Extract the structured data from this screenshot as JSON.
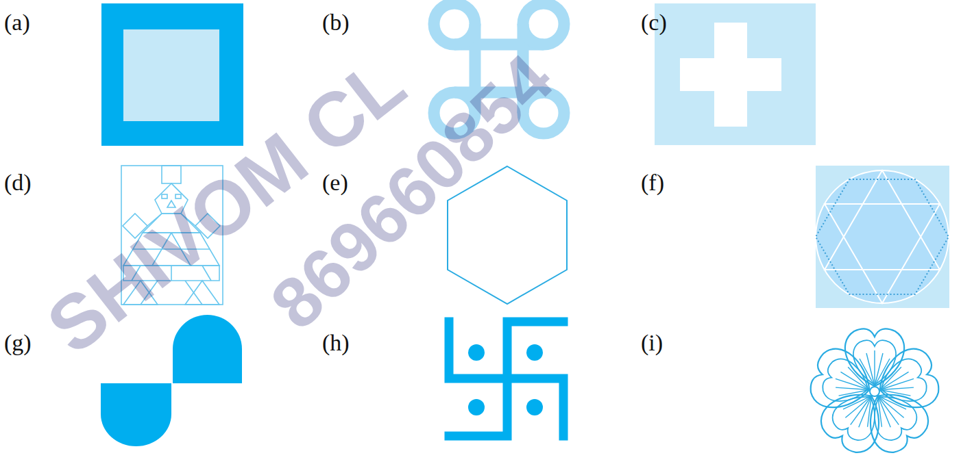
{
  "diagram": {
    "labels": [
      "(a)",
      "(b)",
      "(c)",
      "(d)",
      "(e)",
      "(f)",
      "(g)",
      "(h)",
      "(i)",
      "SHIVOM CL",
      "869660854"
    ]
  }
}
